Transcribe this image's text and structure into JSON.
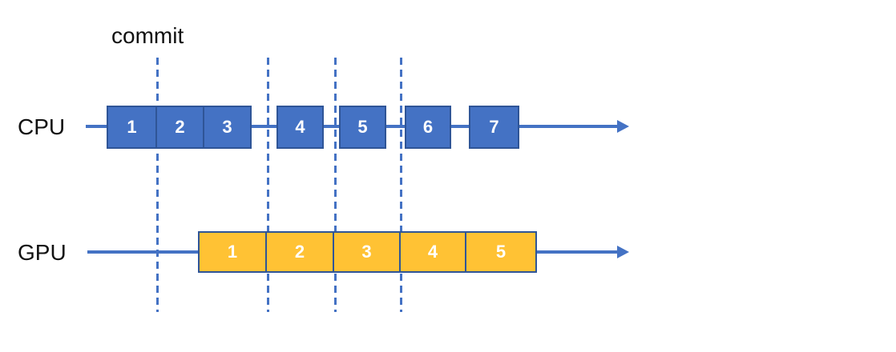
{
  "diagram": {
    "commit_label": "commit",
    "tracks": [
      {
        "id": "cpu",
        "label": "CPU",
        "blocks": [
          "1",
          "2",
          "3",
          "4",
          "5",
          "6",
          "7"
        ]
      },
      {
        "id": "gpu",
        "label": "GPU",
        "blocks": [
          "1",
          "2",
          "3",
          "4",
          "5"
        ]
      }
    ],
    "commit_line_count": 4,
    "colors": {
      "cpu_block_fill": "#4472C4",
      "cpu_block_border": "#2F5597",
      "gpu_block_fill": "#FFC234",
      "gpu_block_border": "#2F5597",
      "timeline": "#4472C4",
      "commit_dash": "#4472C4",
      "label_text": "#111111",
      "block_text": "#FFFFFF"
    }
  }
}
